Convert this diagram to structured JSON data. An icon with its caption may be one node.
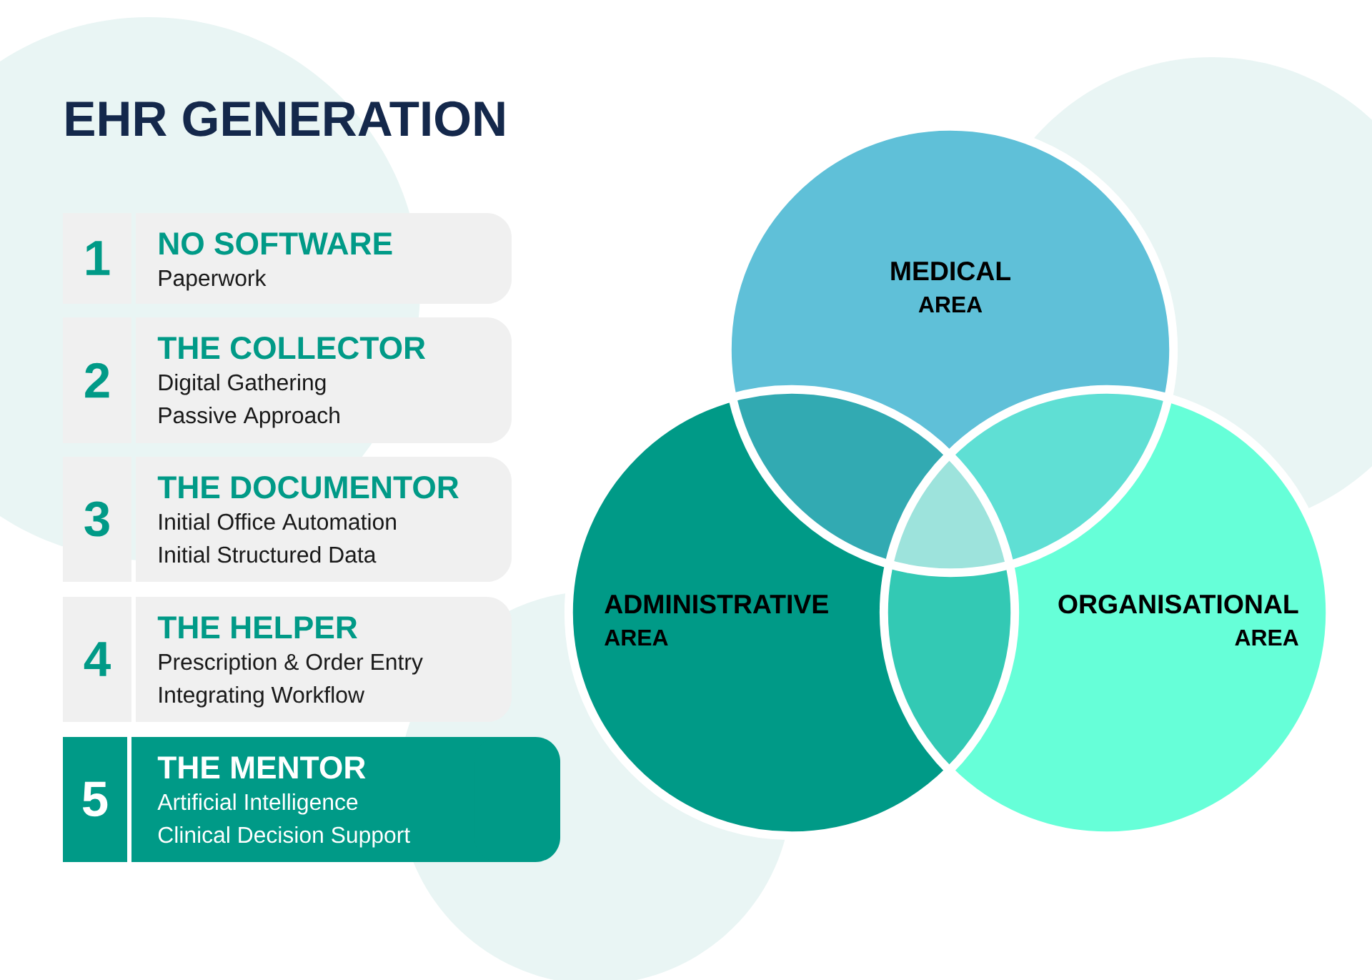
{
  "diagram": {
    "title": "EHR GENERATION",
    "nodes": [
      {
        "text": [
          "1",
          "NO SOFTWARE",
          "Paperwork"
        ]
      },
      {
        "text": [
          "2",
          "THE COLLECTOR",
          "Digital Gathering",
          "Passive Approach"
        ]
      },
      {
        "text": [
          "3",
          "THE DOCUMENTOR",
          "Initial Office Automation",
          "Initial Structured Data"
        ]
      },
      {
        "text": [
          "4",
          "THE HELPER",
          "Prescription & Order Entry",
          "Integrating Workflow"
        ]
      },
      {
        "text": [
          "5",
          "THE MENTOR",
          "Artificial Intelligence",
          "Clinical Decision Support"
        ]
      },
      {
        "text": [
          "MEDICAL",
          "AREA"
        ]
      },
      {
        "text": [
          "ADMINISTRATIVE",
          "AREA"
        ]
      },
      {
        "text": [
          "ORGANISATIONAL",
          "AREA"
        ]
      }
    ]
  }
}
